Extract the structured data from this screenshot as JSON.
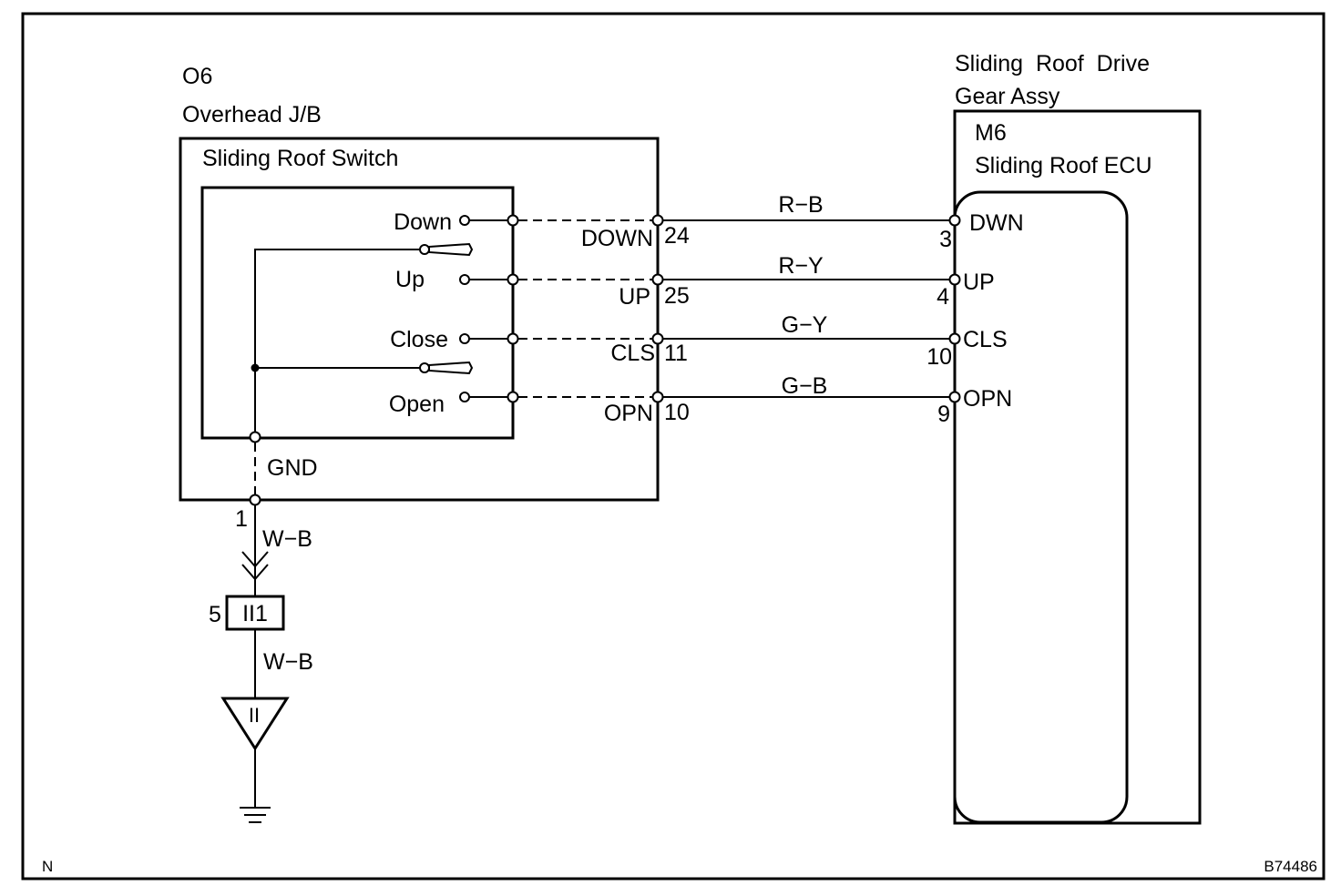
{
  "diagram": {
    "corner_letter": "N",
    "figure_code": "B74486",
    "junction_block": {
      "connector": "O6",
      "name": "Overhead J/B",
      "switch_name": "Sliding Roof Switch",
      "ground_terminal_label": "GND",
      "ground_pin": "1"
    },
    "switch_positions": [
      "Down",
      "Up",
      "Close",
      "Open"
    ],
    "jb_terminals": [
      {
        "label": "DOWN",
        "pin": "24"
      },
      {
        "label": "UP",
        "pin": "25"
      },
      {
        "label": "CLS",
        "pin": "11"
      },
      {
        "label": "OPN",
        "pin": "10"
      }
    ],
    "wires": [
      "R−B",
      "R−Y",
      "G−Y",
      "G−B"
    ],
    "ecu_assembly": {
      "title_line1": "Sliding  Roof  Drive",
      "title_line2": "Gear Assy",
      "connector": "M6",
      "ecu_name": "Sliding Roof ECU"
    },
    "ecu_terminals": [
      {
        "label": "DWN",
        "pin": "3"
      },
      {
        "label": "UP",
        "pin": "4"
      },
      {
        "label": "CLS",
        "pin": "10"
      },
      {
        "label": "OPN",
        "pin": "9"
      }
    ],
    "ground_path": {
      "wire_upper": "W−B",
      "junction_pin": "5",
      "junction_connector": "II1",
      "wire_lower": "W−B",
      "ground_point": "II"
    }
  }
}
